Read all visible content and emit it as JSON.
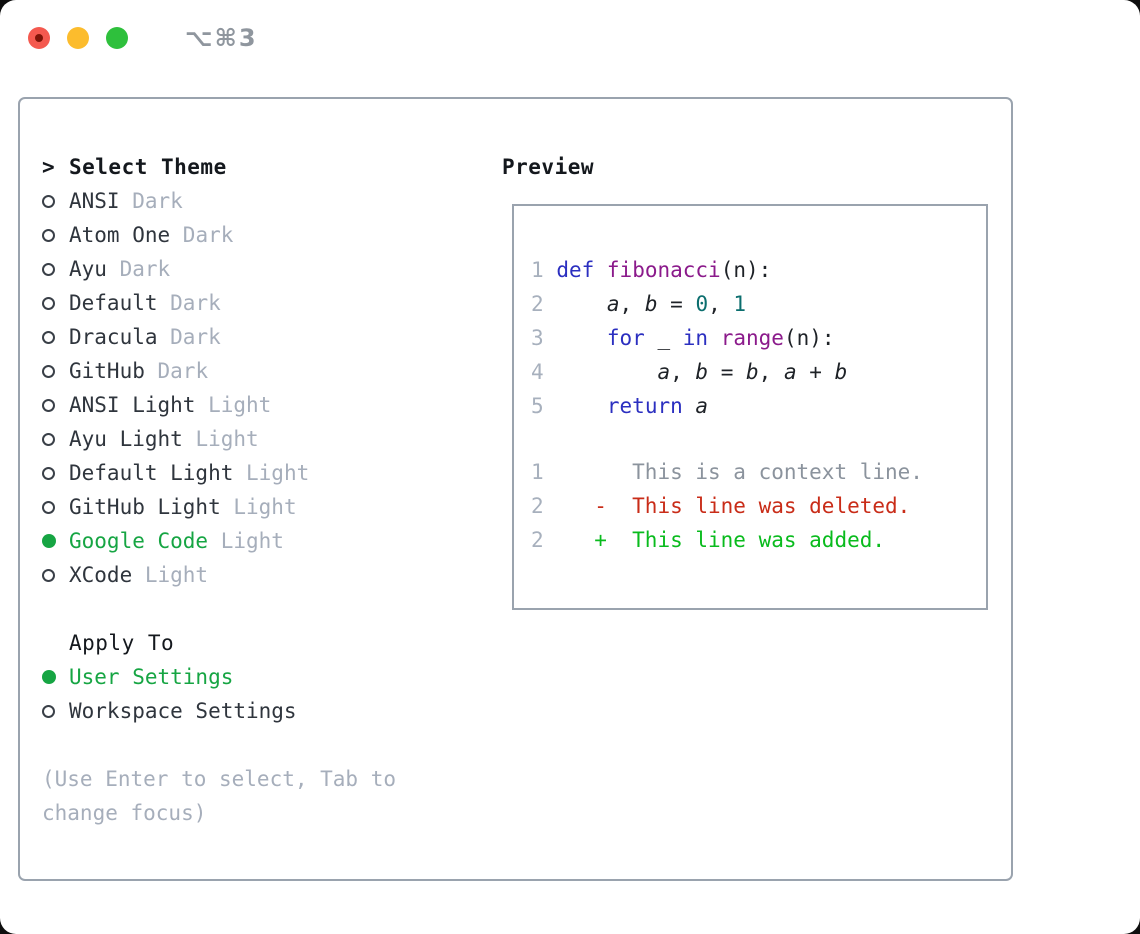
{
  "window": {
    "title": "⌥⌘3"
  },
  "titlebar": {
    "buttons": [
      "close",
      "minimize",
      "zoom"
    ]
  },
  "theme_selector": {
    "cursor": ">",
    "header": "Select Theme",
    "items": [
      {
        "name": "ANSI",
        "variant": "Dark",
        "selected": false
      },
      {
        "name": "Atom One",
        "variant": "Dark",
        "selected": false
      },
      {
        "name": "Ayu",
        "variant": "Dark",
        "selected": false
      },
      {
        "name": "Default",
        "variant": "Dark",
        "selected": false
      },
      {
        "name": "Dracula",
        "variant": "Dark",
        "selected": false
      },
      {
        "name": "GitHub",
        "variant": "Dark",
        "selected": false
      },
      {
        "name": "ANSI Light",
        "variant": "Light",
        "selected": false
      },
      {
        "name": "Ayu Light",
        "variant": "Light",
        "selected": false
      },
      {
        "name": "Default Light",
        "variant": "Light",
        "selected": false
      },
      {
        "name": "GitHub Light",
        "variant": "Light",
        "selected": false
      },
      {
        "name": "Google Code",
        "variant": "Light",
        "selected": true
      },
      {
        "name": "XCode",
        "variant": "Light",
        "selected": false
      }
    ]
  },
  "apply_to": {
    "header": "Apply To",
    "options": [
      {
        "label": "User Settings",
        "selected": true
      },
      {
        "label": "Workspace Settings",
        "selected": false
      }
    ]
  },
  "hint": "(Use Enter to select, Tab to change focus)",
  "preview": {
    "title": "Preview",
    "code_lines": [
      {
        "num": "1",
        "tokens": [
          {
            "text": "def",
            "type": "keyword"
          },
          {
            "text": " ",
            "type": "plain"
          },
          {
            "text": "fibonacci",
            "type": "function"
          },
          {
            "text": "(n):",
            "type": "plain"
          }
        ]
      },
      {
        "num": "2",
        "tokens": [
          {
            "text": "    ",
            "type": "plain"
          },
          {
            "text": "a",
            "type": "variable"
          },
          {
            "text": ", ",
            "type": "plain"
          },
          {
            "text": "b",
            "type": "variable"
          },
          {
            "text": " = ",
            "type": "plain"
          },
          {
            "text": "0",
            "type": "number"
          },
          {
            "text": ", ",
            "type": "plain"
          },
          {
            "text": "1",
            "type": "number"
          }
        ]
      },
      {
        "num": "3",
        "tokens": [
          {
            "text": "    ",
            "type": "plain"
          },
          {
            "text": "for",
            "type": "keyword"
          },
          {
            "text": " _ ",
            "type": "plain"
          },
          {
            "text": "in",
            "type": "keyword"
          },
          {
            "text": " ",
            "type": "plain"
          },
          {
            "text": "range",
            "type": "function"
          },
          {
            "text": "(n):",
            "type": "plain"
          }
        ]
      },
      {
        "num": "4",
        "tokens": [
          {
            "text": "        ",
            "type": "plain"
          },
          {
            "text": "a",
            "type": "variable"
          },
          {
            "text": ", ",
            "type": "plain"
          },
          {
            "text": "b",
            "type": "variable"
          },
          {
            "text": " = ",
            "type": "plain"
          },
          {
            "text": "b",
            "type": "variable"
          },
          {
            "text": ", ",
            "type": "plain"
          },
          {
            "text": "a",
            "type": "variable"
          },
          {
            "text": " + ",
            "type": "plain"
          },
          {
            "text": "b",
            "type": "variable"
          }
        ]
      },
      {
        "num": "5",
        "tokens": [
          {
            "text": "    ",
            "type": "plain"
          },
          {
            "text": "return",
            "type": "keyword"
          },
          {
            "text": " ",
            "type": "plain"
          },
          {
            "text": "a",
            "type": "variable"
          }
        ]
      }
    ],
    "diff_lines": [
      {
        "num": "1",
        "sign": " ",
        "text": "This is a context line.",
        "type": "context"
      },
      {
        "num": "2",
        "sign": "-",
        "text": "This line was deleted.",
        "type": "deleted"
      },
      {
        "num": "2",
        "sign": "+",
        "text": "This line was added.",
        "type": "added"
      }
    ]
  },
  "colors": {
    "heading": "#14181d",
    "text": "#2f353d",
    "muted": "#a6aebb",
    "selected": "#16a543",
    "circle_stroke": "#3a4048",
    "border": "#9aa3ae",
    "keyword": "#2b2fc0",
    "function": "#8b1a8b",
    "number_literal": "#0b6e6e",
    "plain_code": "#1e2227",
    "line_number": "#a7b0bd",
    "diff_context": "#8b939d",
    "diff_deleted": "#c92c18",
    "diff_added": "#09bb1d",
    "titlebar_text": "#8f969e",
    "traffic_red": "#f4594f",
    "traffic_red_dot": "#7e1408",
    "traffic_yellow": "#fcbc2d",
    "traffic_green": "#2ec03c"
  }
}
